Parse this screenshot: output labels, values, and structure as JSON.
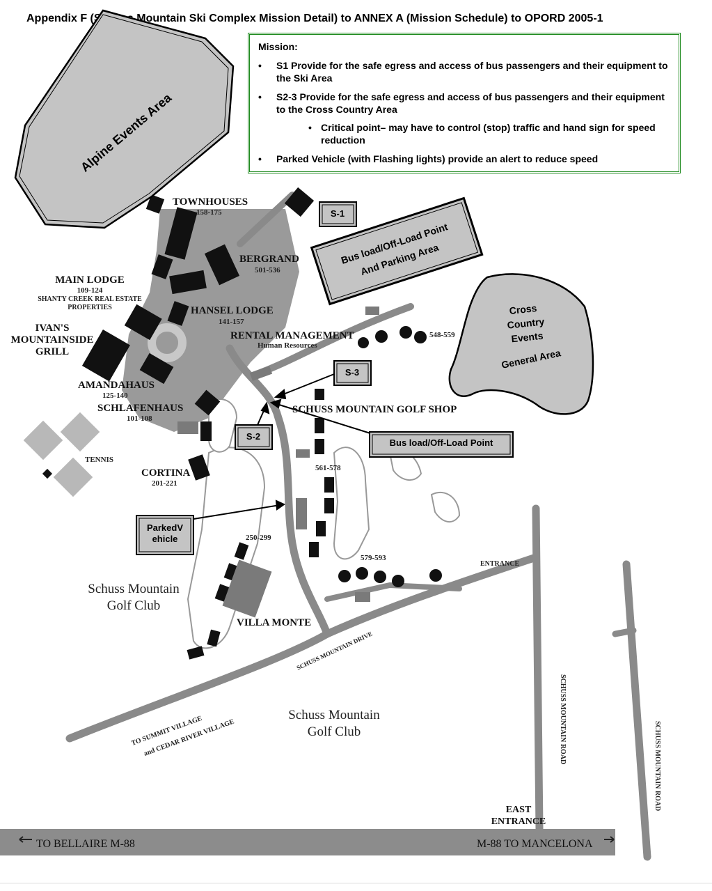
{
  "title": "Appendix F (Schuss Mountain Ski Complex Mission Detail) to ANNEX A (Mission Schedule) to OPORD 2005-1",
  "mission": {
    "heading": "Mission:",
    "items": [
      "S1 Provide for the safe egress and access of bus passengers and their equipment to the Ski Area",
      "S2-3 Provide for the safe egress and access of bus passengers and their equipment to the Cross Country Area"
    ],
    "subitem": "Critical point– may have to control (stop) traffic and hand sign for speed reduction",
    "last_item": "Parked Vehicle (with Flashing lights)  provide an alert to reduce speed"
  },
  "areas": {
    "alpine": "Alpine Events Area",
    "bus_parking_line1": "Bus load/Off-Load Point",
    "bus_parking_line2": "And Parking Area",
    "cross_country": [
      "Cross",
      "Country",
      "Events"
    ],
    "cross_country_general": "General Area"
  },
  "callouts": {
    "s1": "S-1",
    "s2": "S-2",
    "s3": "S-3",
    "bus_point": "Bus load/Off-Load Point",
    "parked_line1": "ParkedV",
    "parked_line2": "ehicle"
  },
  "map_labels": {
    "townhouses": "TOWNHOUSES",
    "townhouses_num": "158-175",
    "bergrand": "BERGRAND",
    "bergrand_num": "501-536",
    "main_lodge": "MAIN LODGE",
    "main_lodge_num": "109-124",
    "shanty": "SHANTY CREEK REAL ESTATE",
    "properties": "PROPERTIES",
    "ivans1": "IVAN'S",
    "ivans2": "MOUNTAINSIDE",
    "ivans3": "GRILL",
    "hansel": "HANSEL LODGE",
    "hansel_num": "141-157",
    "rental": "RENTAL MANAGEMENT",
    "human_res": "Human Resources",
    "u548": "548-559",
    "amandahaus": "AMANDAHAUS",
    "amandahaus_num": "125-140",
    "schlafenhaus": "SCHLAFENHAUS",
    "schlafenhaus_num": "101-108",
    "golf_shop": "SCHUSS MOUNTAIN GOLF SHOP",
    "tennis": "TENNIS",
    "cortina": "CORTINA",
    "cortina_num": "201-221",
    "u561": "561-578",
    "u250": "250-299",
    "u579": "579-593",
    "entrance": "ENTRANCE",
    "golf_club1_a": "Schuss Mountain",
    "golf_club1_b": "Golf Club",
    "villa_monte": "VILLA MONTE",
    "drive": "SCHUSS MOUNTAIN DRIVE",
    "summit1": "TO SUMMIT VILLAGE",
    "summit2": "and CEDAR RIVER VILLAGE",
    "golf_club2_a": "Schuss Mountain",
    "golf_club2_b": "Golf Club",
    "road1": "SCHUSS MOUNTAIN ROAD",
    "road2": "SCHUSS MOUNTAIN ROAD",
    "east1": "EAST",
    "east2": "ENTRANCE",
    "bellaire": "TO BELLAIRE M-88",
    "mancelona": "M-88 TO MANCELONA"
  }
}
